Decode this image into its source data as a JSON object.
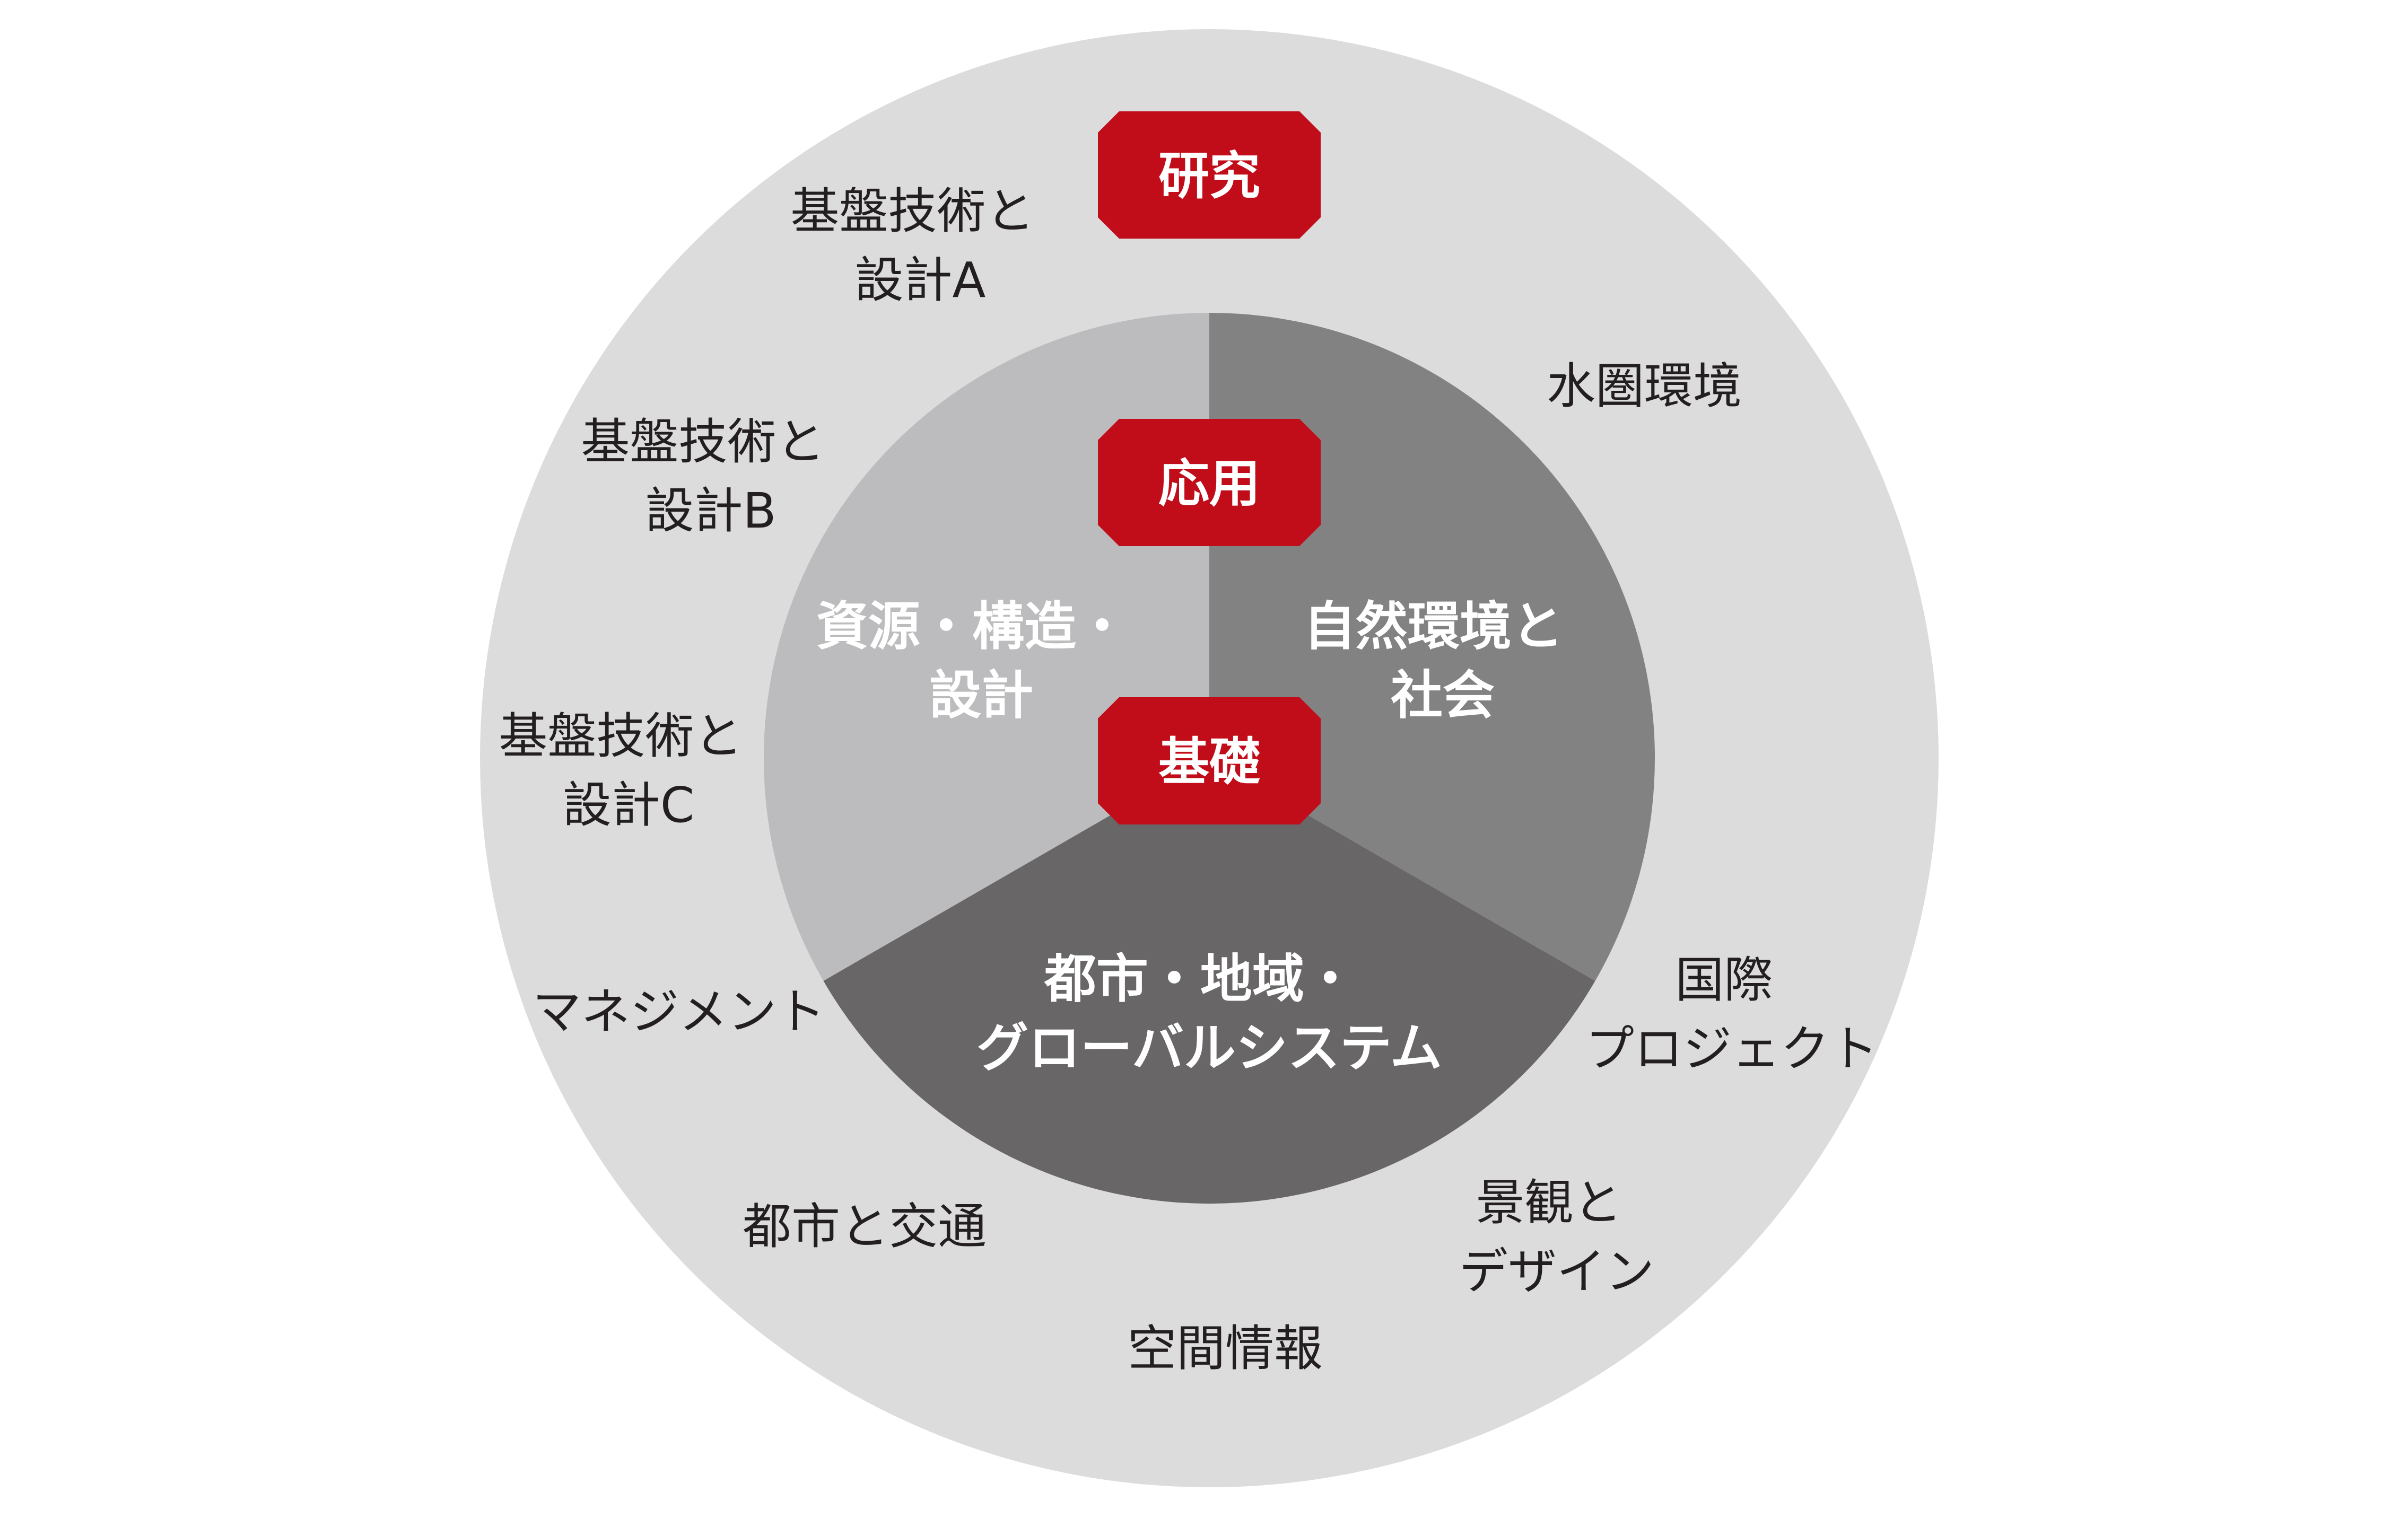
{
  "colors": {
    "outer_ring": "#dcdcdd",
    "sector_left": "#bcbcbe",
    "sector_right": "#838283",
    "sector_bottom": "#696667",
    "badge": "#c10d1a",
    "outer_text": "#231f20",
    "inner_text": "#ffffff"
  },
  "badges": {
    "research": "研究",
    "applied": "応用",
    "basic": "基礎"
  },
  "sectors": {
    "left": [
      "資源・構造・",
      "設計"
    ],
    "right": [
      "自然環境と",
      "社会"
    ],
    "bottom": [
      "都市・地域・",
      "グローバルシステム"
    ]
  },
  "outer_labels": {
    "tech_a": [
      "基盤技術と",
      "設計A"
    ],
    "tech_b": [
      "基盤技術と",
      "設計B"
    ],
    "tech_c": [
      "基盤技術と",
      "設計C"
    ],
    "management": [
      "マネジメント"
    ],
    "urban_transport": [
      "都市と交通"
    ],
    "spatial_info": [
      "空間情報"
    ],
    "landscape": [
      "景観と",
      "デザイン"
    ],
    "international": [
      "国際",
      "プロジェクト"
    ],
    "water": [
      "水圏環境"
    ]
  }
}
